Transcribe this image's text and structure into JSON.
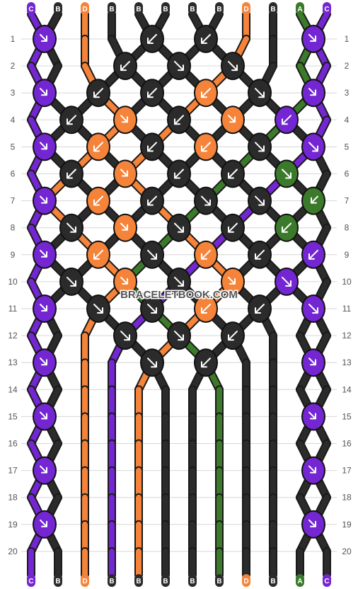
{
  "source": "BRACELETBOOK.COM",
  "colors": {
    "A": "#3b7a2a",
    "B": "#2b2b2b",
    "C": "#7326d1",
    "D": "#f5843a"
  },
  "strings_top": [
    "C",
    "B",
    "D",
    "B",
    "B",
    "B",
    "B",
    "B",
    "D",
    "B",
    "A",
    "C"
  ],
  "strings_bottom": [
    "C",
    "B",
    "D",
    "B",
    "B",
    "B",
    "B",
    "B",
    "D",
    "B",
    "A",
    "C"
  ],
  "rows": [
    {
      "label": "1",
      "knots": [
        {
          "p": 0,
          "c": "C",
          "t": "fb"
        },
        {
          "p": 4,
          "c": "B",
          "t": "b"
        },
        {
          "p": 6,
          "c": "B",
          "t": "b"
        },
        {
          "p": 10,
          "c": "C",
          "t": "fb"
        }
      ]
    },
    {
      "label": "2",
      "knots": [
        {
          "p": 3,
          "c": "B",
          "t": "b"
        },
        {
          "p": 5,
          "c": "B",
          "t": "f"
        },
        {
          "p": 7,
          "c": "B",
          "t": "f"
        }
      ]
    },
    {
      "label": "3",
      "knots": [
        {
          "p": 0,
          "c": "C",
          "t": "fb"
        },
        {
          "p": 2,
          "c": "B",
          "t": "b"
        },
        {
          "p": 4,
          "c": "B",
          "t": "b"
        },
        {
          "p": 6,
          "c": "D",
          "t": "b"
        },
        {
          "p": 8,
          "c": "B",
          "t": "f"
        },
        {
          "p": 10,
          "c": "C",
          "t": "fb"
        }
      ]
    },
    {
      "label": "4",
      "knots": [
        {
          "p": 1,
          "c": "B",
          "t": "b"
        },
        {
          "p": 3,
          "c": "D",
          "t": "fb"
        },
        {
          "p": 5,
          "c": "B",
          "t": "b"
        },
        {
          "p": 7,
          "c": "D",
          "t": "fb"
        },
        {
          "p": 9,
          "c": "C",
          "t": "b"
        }
      ]
    },
    {
      "label": "5",
      "knots": [
        {
          "p": 0,
          "c": "C",
          "t": "fb"
        },
        {
          "p": 2,
          "c": "D",
          "t": "b"
        },
        {
          "p": 4,
          "c": "B",
          "t": "b"
        },
        {
          "p": 6,
          "c": "D",
          "t": "b"
        },
        {
          "p": 8,
          "c": "B",
          "t": "f"
        },
        {
          "p": 10,
          "c": "C",
          "t": "f"
        }
      ]
    },
    {
      "label": "6",
      "knots": [
        {
          "p": 1,
          "c": "B",
          "t": "b"
        },
        {
          "p": 3,
          "c": "D",
          "t": "fb"
        },
        {
          "p": 5,
          "c": "B",
          "t": "b"
        },
        {
          "p": 7,
          "c": "B",
          "t": "b"
        },
        {
          "p": 9,
          "c": "A",
          "t": "f"
        }
      ]
    },
    {
      "label": "7",
      "knots": [
        {
          "p": 0,
          "c": "C",
          "t": "fb"
        },
        {
          "p": 2,
          "c": "D",
          "t": "b"
        },
        {
          "p": 4,
          "c": "B",
          "t": "b"
        },
        {
          "p": 6,
          "c": "B",
          "t": "f"
        },
        {
          "p": 8,
          "c": "B",
          "t": "f"
        },
        {
          "p": 10,
          "c": "A",
          "t": "bf"
        }
      ]
    },
    {
      "label": "8",
      "knots": [
        {
          "p": 1,
          "c": "B",
          "t": "f"
        },
        {
          "p": 3,
          "c": "D",
          "t": "fb"
        },
        {
          "p": 5,
          "c": "B",
          "t": "f"
        },
        {
          "p": 7,
          "c": "B",
          "t": "b"
        },
        {
          "p": 9,
          "c": "A",
          "t": "b"
        }
      ]
    },
    {
      "label": "9",
      "knots": [
        {
          "p": 0,
          "c": "C",
          "t": "fb"
        },
        {
          "p": 2,
          "c": "D",
          "t": "b"
        },
        {
          "p": 4,
          "c": "B",
          "t": "f"
        },
        {
          "p": 6,
          "c": "D",
          "t": "b"
        },
        {
          "p": 8,
          "c": "B",
          "t": "b"
        },
        {
          "p": 10,
          "c": "C",
          "t": "b"
        }
      ]
    },
    {
      "label": "10",
      "knots": [
        {
          "p": 1,
          "c": "B",
          "t": "f"
        },
        {
          "p": 3,
          "c": "D",
          "t": "fb"
        },
        {
          "p": 5,
          "c": "B",
          "t": "f"
        },
        {
          "p": 7,
          "c": "D",
          "t": "fb"
        },
        {
          "p": 9,
          "c": "C",
          "t": "f"
        }
      ]
    },
    {
      "label": "11",
      "knots": [
        {
          "p": 0,
          "c": "C",
          "t": "fb"
        },
        {
          "p": 2,
          "c": "B",
          "t": "f"
        },
        {
          "p": 4,
          "c": "B",
          "t": "f"
        },
        {
          "p": 6,
          "c": "D",
          "t": "b"
        },
        {
          "p": 8,
          "c": "B",
          "t": "b"
        },
        {
          "p": 10,
          "c": "C",
          "t": "f"
        }
      ]
    },
    {
      "label": "12",
      "knots": [
        {
          "p": 3,
          "c": "B",
          "t": "f"
        },
        {
          "p": 5,
          "c": "B",
          "t": "f"
        },
        {
          "p": 7,
          "c": "B",
          "t": "b"
        }
      ]
    },
    {
      "label": "13",
      "knots": [
        {
          "p": 0,
          "c": "C",
          "t": "fb"
        },
        {
          "p": 4,
          "c": "B",
          "t": "f"
        },
        {
          "p": 6,
          "c": "B",
          "t": "b"
        },
        {
          "p": 10,
          "c": "C",
          "t": "fb"
        }
      ]
    },
    {
      "label": "14",
      "knots": []
    },
    {
      "label": "15",
      "knots": [
        {
          "p": 0,
          "c": "C",
          "t": "fb"
        },
        {
          "p": 10,
          "c": "C",
          "t": "fb"
        }
      ]
    },
    {
      "label": "16",
      "knots": []
    },
    {
      "label": "17",
      "knots": [
        {
          "p": 0,
          "c": "C",
          "t": "fb"
        },
        {
          "p": 10,
          "c": "C",
          "t": "fb"
        }
      ]
    },
    {
      "label": "18",
      "knots": []
    },
    {
      "label": "19",
      "knots": [
        {
          "p": 0,
          "c": "C",
          "t": "fb"
        },
        {
          "p": 10,
          "c": "C",
          "t": "fb"
        }
      ]
    },
    {
      "label": "20",
      "knots": []
    }
  ]
}
